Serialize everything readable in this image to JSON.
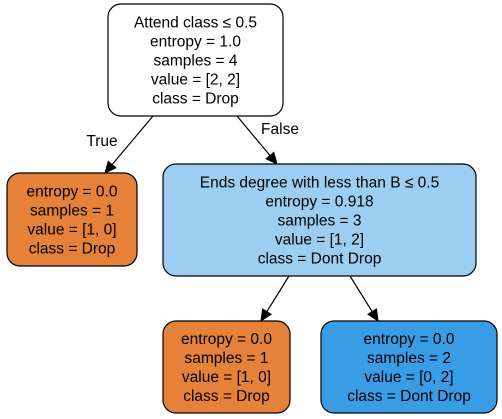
{
  "tree": {
    "nodes": [
      {
        "id": "root",
        "lines": [
          "Attend class ≤ 0.5",
          "entropy = 1.0",
          "samples = 4",
          "value = [2, 2]",
          "class = Drop"
        ],
        "fill": "#ffffff"
      },
      {
        "id": "left",
        "lines": [
          "entropy = 0.0",
          "samples = 1",
          "value = [1, 0]",
          "class = Drop"
        ],
        "fill": "#e58139"
      },
      {
        "id": "right",
        "lines": [
          "Ends degree with less than B ≤ 0.5",
          "entropy = 0.918",
          "samples = 3",
          "value = [1, 2]",
          "class = Dont Drop"
        ],
        "fill": "#9ccef2"
      },
      {
        "id": "right-left",
        "lines": [
          "entropy = 0.0",
          "samples = 1",
          "value = [1, 0]",
          "class = Drop"
        ],
        "fill": "#e58139"
      },
      {
        "id": "right-right",
        "lines": [
          "entropy = 0.0",
          "samples = 2",
          "value = [0, 2]",
          "class = Dont Drop"
        ],
        "fill": "#399de5"
      }
    ],
    "edges": [
      {
        "from": "root",
        "to": "left",
        "label": "True"
      },
      {
        "from": "root",
        "to": "right",
        "label": "False"
      },
      {
        "from": "right",
        "to": "right-left",
        "label": ""
      },
      {
        "from": "right",
        "to": "right-right",
        "label": ""
      }
    ]
  }
}
